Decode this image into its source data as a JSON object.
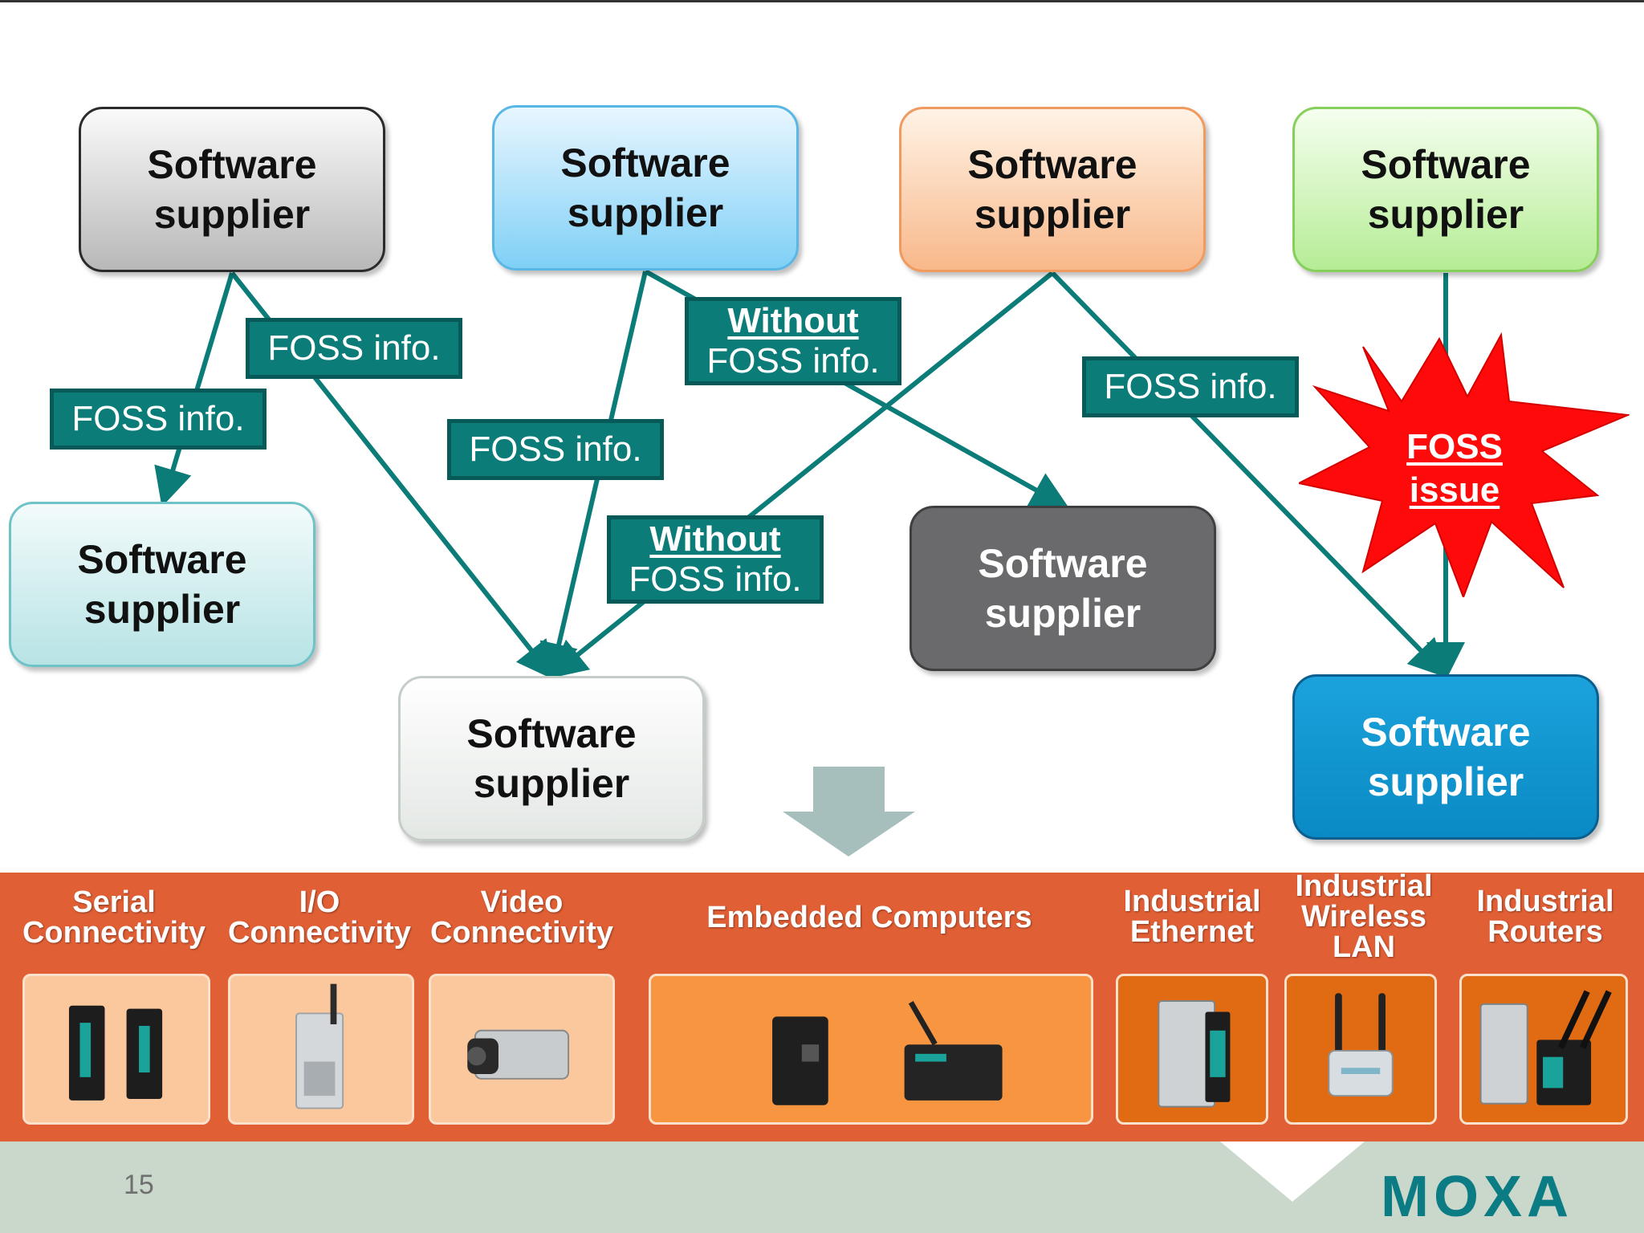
{
  "boxes": {
    "gray": "Software\nsupplier",
    "blue": "Software\nsupplier",
    "orange": "Software\nsupplier",
    "green": "Software\nsupplier",
    "teal": "Software\nsupplier",
    "white": "Software\nsupplier",
    "dark": "Software\nsupplier",
    "cyan": "Software\nsupplier"
  },
  "labels": {
    "foss_a": "FOSS info.",
    "foss_b": "FOSS info.",
    "foss_c": "FOSS info.",
    "foss_d": "FOSS info.",
    "without_1_a": "Without",
    "without_1_b": "FOSS info.",
    "without_2_a": "Without",
    "without_2_b": "FOSS info."
  },
  "burst": "FOSS\nissue",
  "products": {
    "serial": "Serial\nConnectivity",
    "io": "I/O\nConnectivity",
    "video": "Video\nConnectivity",
    "embedded": "Embedded Computers",
    "ethernet": "Industrial\nEthernet",
    "wireless": "Industrial\nWireless\nLAN",
    "routers": "Industrial\nRouters"
  },
  "footer": {
    "page_number": "15",
    "logo": "MOXA"
  },
  "colors": {
    "connector": "#0b7c78",
    "band": "#e15f35",
    "burst": "#ff0a0a"
  }
}
